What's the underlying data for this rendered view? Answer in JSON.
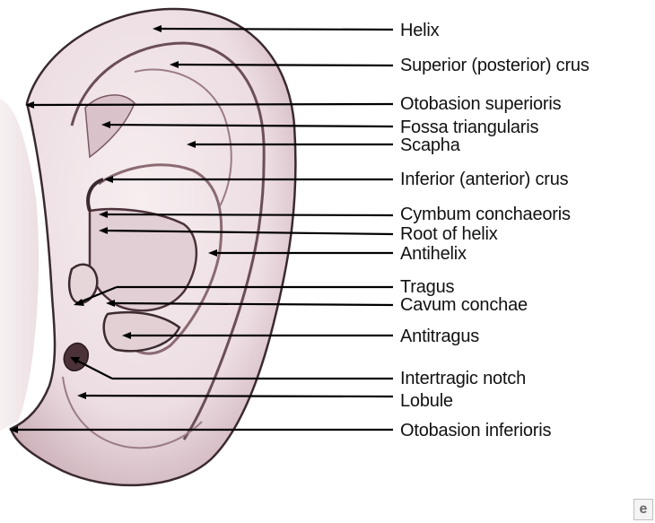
{
  "labels": {
    "helix": "Helix",
    "superior_crus": "Superior (posterior) crus",
    "otobasion_superioris": "Otobasion superioris",
    "fossa_triangularis": "Fossa triangularis",
    "scapha": "Scapha",
    "inferior_crus": "Inferior (anterior) crus",
    "cymbum_conchaeoris": "Cymbum conchaeoris",
    "root_of_helix": "Root of helix",
    "antihelix": "Antihelix",
    "tragus": "Tragus",
    "cavum_conchae": "Cavum conchae",
    "antitragus": "Antitragus",
    "intertragic_notch": "Intertragic notch",
    "lobule": "Lobule",
    "otobasion_inferioris": "Otobasion inferioris"
  },
  "colors": {
    "skin": "#efe2e6",
    "skin_shadow": "#c9a9b2",
    "line": "#000000"
  }
}
